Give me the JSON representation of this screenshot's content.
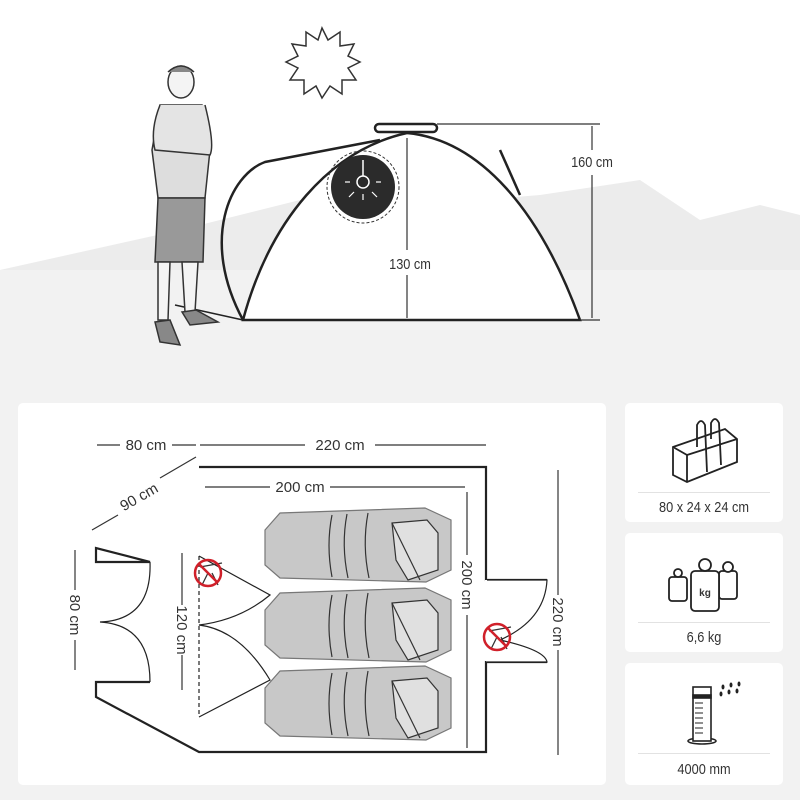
{
  "elevation": {
    "height_outer": "160 cm",
    "height_inner": "130 cm"
  },
  "floor_plan": {
    "vestibule_depth": "80 cm",
    "inner_width": "220 cm",
    "vestibule_side": "90 cm",
    "vestibule_door": "80 cm",
    "mesh_door": "120 cm",
    "sleep_length": "200 cm",
    "sleep_width": "200 cm",
    "outer_length": "220 cm"
  },
  "specs": {
    "pack_size": "80 x 24 x 24 cm",
    "weight": "6,6 kg",
    "weight_icon_text": "kg",
    "water_column": "4000 mm"
  },
  "colors": {
    "no_mosquito": "#d0202a",
    "bag_fill": "#c8c8c8"
  }
}
